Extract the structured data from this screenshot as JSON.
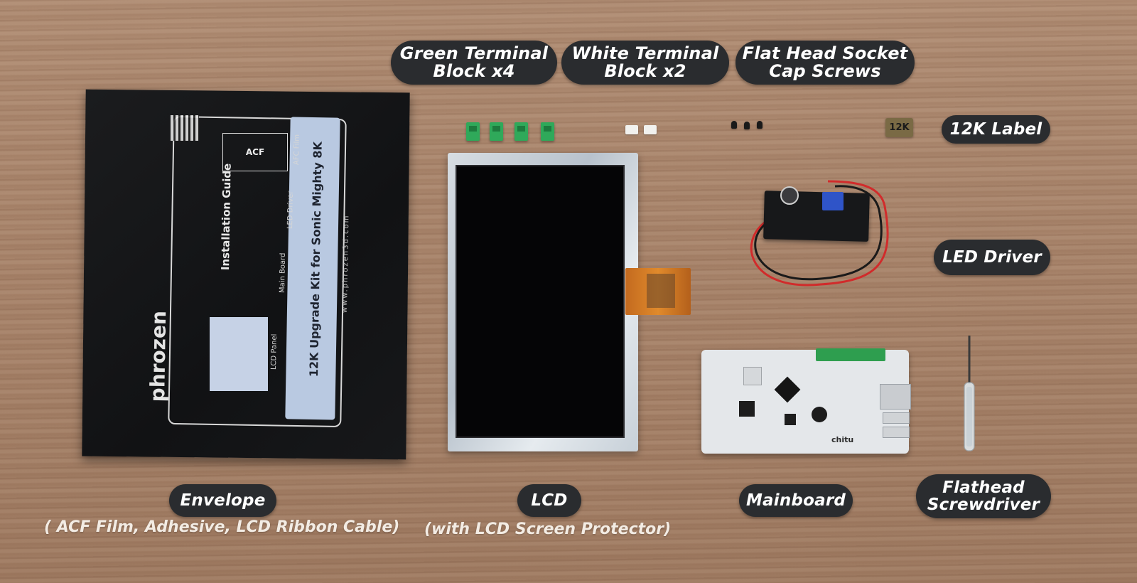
{
  "labels": {
    "green_terminal": [
      "Green Terminal",
      "Block x4"
    ],
    "white_terminal": [
      "White Terminal",
      "Block x2"
    ],
    "flat_head_screws": [
      "Flat Head Socket",
      "Cap Screws"
    ],
    "label_12k": "12K Label",
    "led_driver": "LED Driver",
    "envelope": "Envelope",
    "envelope_caption": "( ACF Film, Adhesive, LCD Ribbon Cable)",
    "lcd": "LCD",
    "lcd_caption": "(with LCD Screen Protector)",
    "mainboard": "Mainboard",
    "flathead_screwdriver": [
      "Flathead",
      "Screwdriver"
    ]
  },
  "envelope_print": {
    "guide_title": "Installation Guide",
    "kit_title": "12K Upgrade Kit for Sonic Mighty 8K",
    "url": "www.phrozen3d.com",
    "brand": "phrozen",
    "acf_box": "ACF",
    "items": [
      "AFC Film",
      "LED Driver",
      "Main Board",
      "LCD Panel"
    ]
  },
  "parts": {
    "label_12k_text": "12K",
    "mainboard_brand": "chitu"
  },
  "colors": {
    "label_bg": "#2a2c2f",
    "label_text": "#ffffff",
    "caption_text": "#f3ece4",
    "terminal_green": "#2fa95a"
  }
}
